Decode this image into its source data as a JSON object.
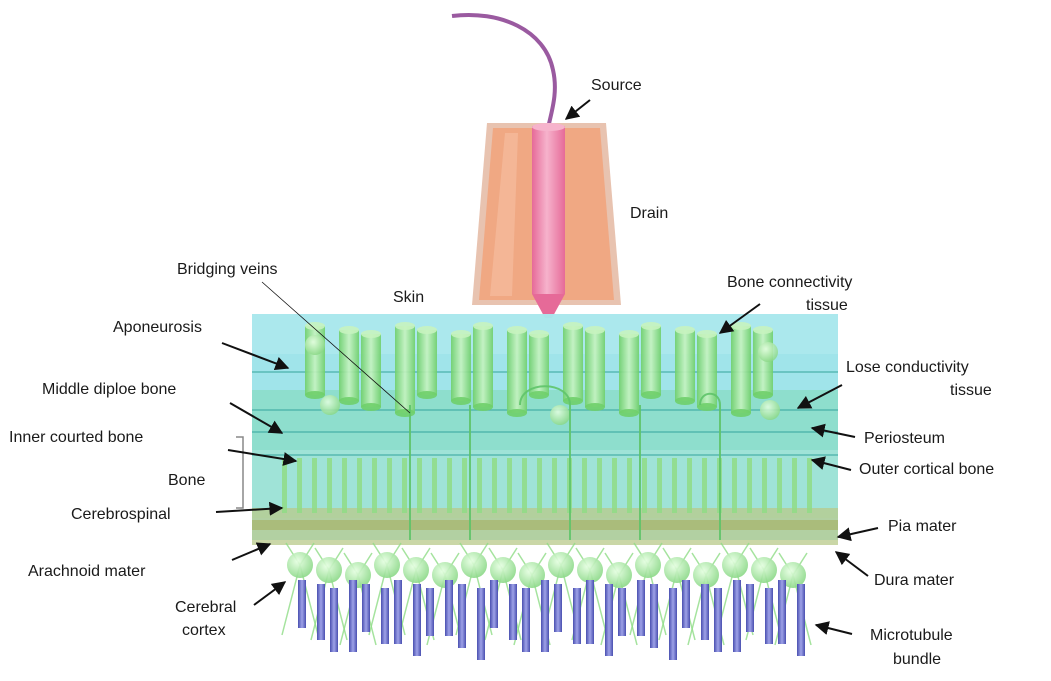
{
  "labels": {
    "source": "Source",
    "drain": "Drain",
    "bridging_veins": "Bridging veins",
    "skin": "Skin",
    "bone_connectivity_line1": "Bone connectivity",
    "bone_connectivity_line2": "tissue",
    "aponeurosis": "Aponeurosis",
    "lose_conductivity_line1": "Lose conductivity",
    "lose_conductivity_line2": "tissue",
    "middle_diploe_bone": "Middle diploe bone",
    "periosteum": "Periosteum",
    "inner_courted_bone": "Inner courted bone",
    "outer_cortical_bone": "Outer cortical bone",
    "bone": "Bone",
    "cerebrospinal": "Cerebrospinal",
    "pia_mater": "Pia mater",
    "arachnoid_mater": "Arachnoid mater",
    "dura_mater": "Dura mater",
    "cerebral_line1": "Cerebral",
    "cerebral_line2": "cortex",
    "microtubule_line1": "Microtubule",
    "microtubule_line2": "bundle"
  },
  "colors": {
    "cable": "#9a5aa0",
    "drain_fill": "#f0a883",
    "drain_edge": "#e8c3b0",
    "source_electrode": "#f08ab0",
    "tissue_block": "#8fdfe6",
    "skin_layer": "#aee8ee",
    "green_tissue": "#9de39a",
    "green_dark": "#5fc46a",
    "pia_layer": "#b8c98a",
    "microtubule": "#6f74c9",
    "neuron": "#b8f0b0"
  }
}
